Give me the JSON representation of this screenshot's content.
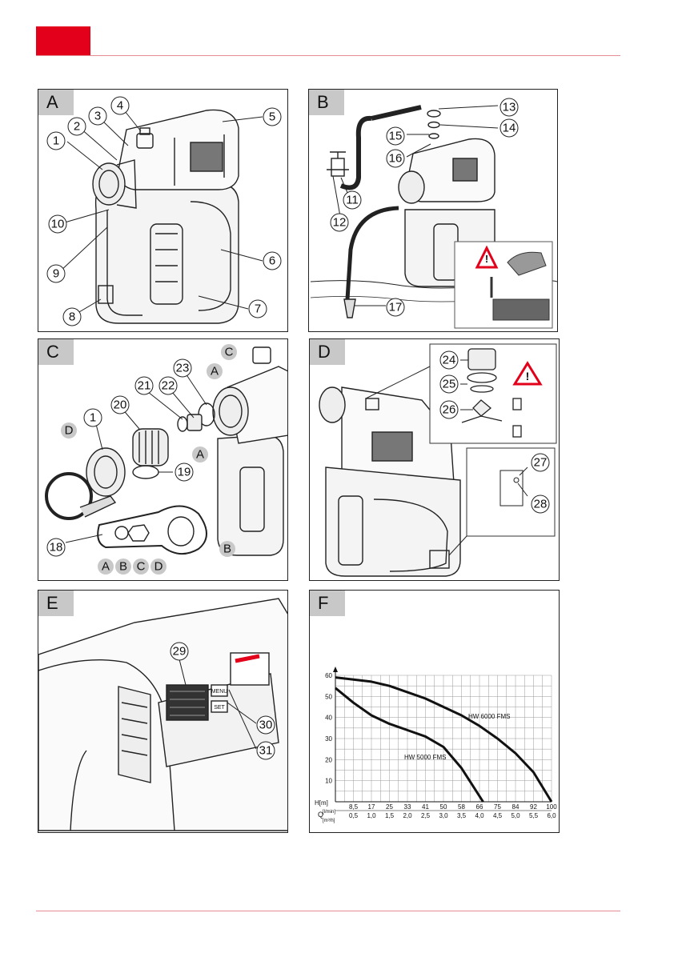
{
  "colors": {
    "accent": "#e2001a",
    "rule": "#e68a94"
  },
  "panels": {
    "a": {
      "label": "A",
      "callouts": [
        "1",
        "2",
        "3",
        "4",
        "5",
        "6",
        "7",
        "8",
        "9",
        "10"
      ]
    },
    "b": {
      "label": "B",
      "callouts": [
        "11",
        "12",
        "13",
        "14",
        "15",
        "16",
        "17"
      ]
    },
    "c": {
      "label": "C",
      "callouts": [
        "1",
        "18",
        "19",
        "20",
        "21",
        "22",
        "23"
      ],
      "letters": [
        "A",
        "B",
        "C",
        "D",
        "A",
        "A",
        "C",
        "D",
        "B"
      ]
    },
    "d": {
      "label": "D",
      "callouts": [
        "24",
        "25",
        "26",
        "27",
        "28"
      ]
    },
    "e": {
      "label": "E",
      "callouts": [
        "29",
        "30",
        "31"
      ],
      "buttons": [
        "MENU",
        "SET"
      ]
    },
    "f": {
      "label": "F"
    }
  },
  "chart_data": {
    "type": "line",
    "y_axis_label": "H[m]",
    "x_axis_label": "Q",
    "ylim": [
      0,
      60
    ],
    "y_ticks": [
      10,
      20,
      30,
      40,
      50,
      60
    ],
    "x_unit_lmin": "[l/min]",
    "x_unit_m3h": "[m³/h]",
    "x_ticks_lmin": [
      "8,5",
      "17",
      "25",
      "33",
      "41",
      "50",
      "58",
      "66",
      "75",
      "84",
      "92",
      "100"
    ],
    "x_ticks_m3h": [
      "0,5",
      "1,0",
      "1,5",
      "2,0",
      "2,5",
      "3,0",
      "3,5",
      "4,0",
      "4,5",
      "5,0",
      "5,5",
      "6,0"
    ],
    "xlim": [
      0,
      6.0
    ],
    "grid": true,
    "series": [
      {
        "name": "HW 6000 FMS",
        "x": [
          0,
          0.5,
          1.0,
          1.5,
          2.0,
          2.5,
          3.0,
          3.5,
          4.0,
          4.5,
          5.0,
          5.5,
          6.0
        ],
        "y": [
          59,
          58,
          57,
          55,
          52,
          49,
          45,
          41,
          36,
          30,
          23,
          14,
          0
        ]
      },
      {
        "name": "HW 5000 FMS",
        "x": [
          0,
          0.5,
          1.0,
          1.5,
          2.0,
          2.5,
          3.0,
          3.5,
          3.8,
          4.1
        ],
        "y": [
          54,
          47,
          41,
          37,
          34,
          31,
          26,
          16,
          8,
          0
        ]
      }
    ]
  }
}
